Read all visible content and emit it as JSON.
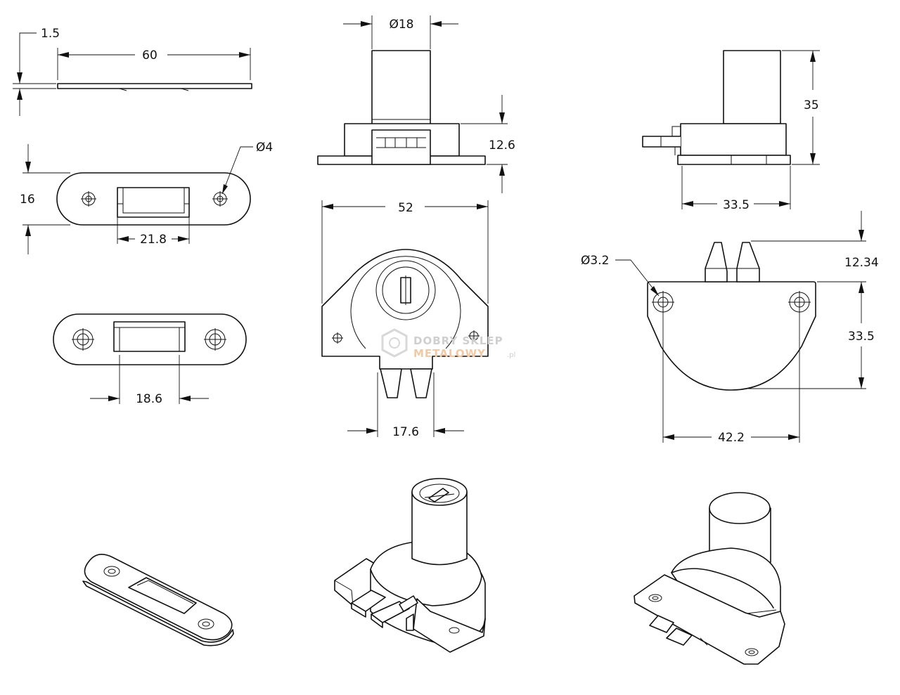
{
  "drawing": {
    "dimensions": {
      "strike_plate_thickness": "1.5",
      "strike_plate_length": "60",
      "strike_plate_hole": "Ø4",
      "strike_plate_width": "16",
      "strike_plate_slot_a": "21.8",
      "strike_plate_slot_b": "18.6",
      "cylinder_diameter": "Ø18",
      "base_height": "12.6",
      "body_width": "52",
      "tongue_spacing": "17.6",
      "total_height": "35",
      "side_depth": "33.5",
      "mount_hole": "Ø3.2",
      "tongue_height": "12.34",
      "body_depth": "33.5",
      "hole_spacing": "42.2"
    },
    "watermark": {
      "line1": "DOBRY SKLEP",
      "line2": "METALOWY",
      "suffix": ".pl"
    }
  }
}
